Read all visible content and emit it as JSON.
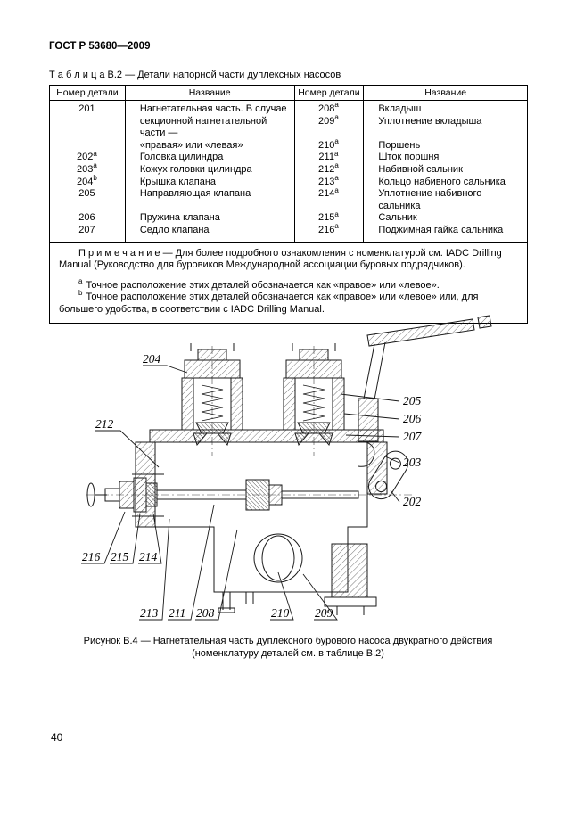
{
  "page": {
    "number": "40"
  },
  "header": {
    "doc_number": "ГОСТ Р 53680—2009"
  },
  "table": {
    "title": "Т а б л и ц а  В.2 — Детали напорной части дуплексных насосов",
    "col_headers": [
      "Номер детали",
      "Название",
      "Номер детали",
      "Название"
    ],
    "rows": [
      {
        "n1": "201",
        "s1": "",
        "name1": "Нагнетательная часть.  В случае",
        "n2": "208",
        "s2": "a",
        "name2": "Вкладыш"
      },
      {
        "n1": "",
        "s1": "",
        "name1": "секционной нагнетательной части —",
        "n2": "209",
        "s2": "a",
        "name2": "Уплотнение вкладыша"
      },
      {
        "n1": "",
        "s1": "",
        "name1": "«правая» или «левая»",
        "n2": "210",
        "s2": "a",
        "name2": "Поршень"
      },
      {
        "n1": "202",
        "s1": "a",
        "name1": "Головка цилиндра",
        "n2": "211",
        "s2": "a",
        "name2": "Шток поршня"
      },
      {
        "n1": "203",
        "s1": "a",
        "name1": "Кожух головки цилиндра",
        "n2": "212",
        "s2": "a",
        "name2": "Набивной сальник"
      },
      {
        "n1": "204",
        "s1": "b",
        "name1": "Крышка клапана",
        "n2": "213",
        "s2": "a",
        "name2": "Кольцо набивного сальника"
      },
      {
        "n1": "205",
        "s1": "",
        "name1": "Направляющая клапана",
        "n2": "214",
        "s2": "a",
        "name2": "Уплотнение набивного сальника"
      },
      {
        "n1": "206",
        "s1": "",
        "name1": "Пружина клапана",
        "n2": "215",
        "s2": "a",
        "name2": "Сальник"
      },
      {
        "n1": "207",
        "s1": "",
        "name1": "Седло клапана",
        "n2": "216",
        "s2": "a",
        "name2": "Поджимная гайка сальника"
      }
    ]
  },
  "notes": {
    "note": "П р и м е ч а н и е — Для более подробного ознакомления с номенклатурой см. IADC Drilling Manual (Руководство для буровиков Международной ассоциации буровых подрядчиков).",
    "fn_a_sup": "a",
    "fn_a": "Точное расположение этих деталей обозначается как «правое» или «левое».",
    "fn_b_sup": "b",
    "fn_b": "Точное расположение этих деталей обозначается как «правое» или «левое» или, для большего удобства, в соответствии с IADC Drilling Manual."
  },
  "figure": {
    "callouts": {
      "c202": "202",
      "c203": "203",
      "c204": "204",
      "c205": "205",
      "c206": "206",
      "c207": "207",
      "c208": "208",
      "c209": "209",
      "c210": "210",
      "c211": "211",
      "c212": "212",
      "c213": "213",
      "c214": "214",
      "c215": "215",
      "c216": "216"
    },
    "caption_line1": "Рисунок В.4 — Нагнетательная часть дуплексного бурового насоса двукратного действия",
    "caption_line2": "(номенклатуру деталей см. в таблице В.2)"
  }
}
